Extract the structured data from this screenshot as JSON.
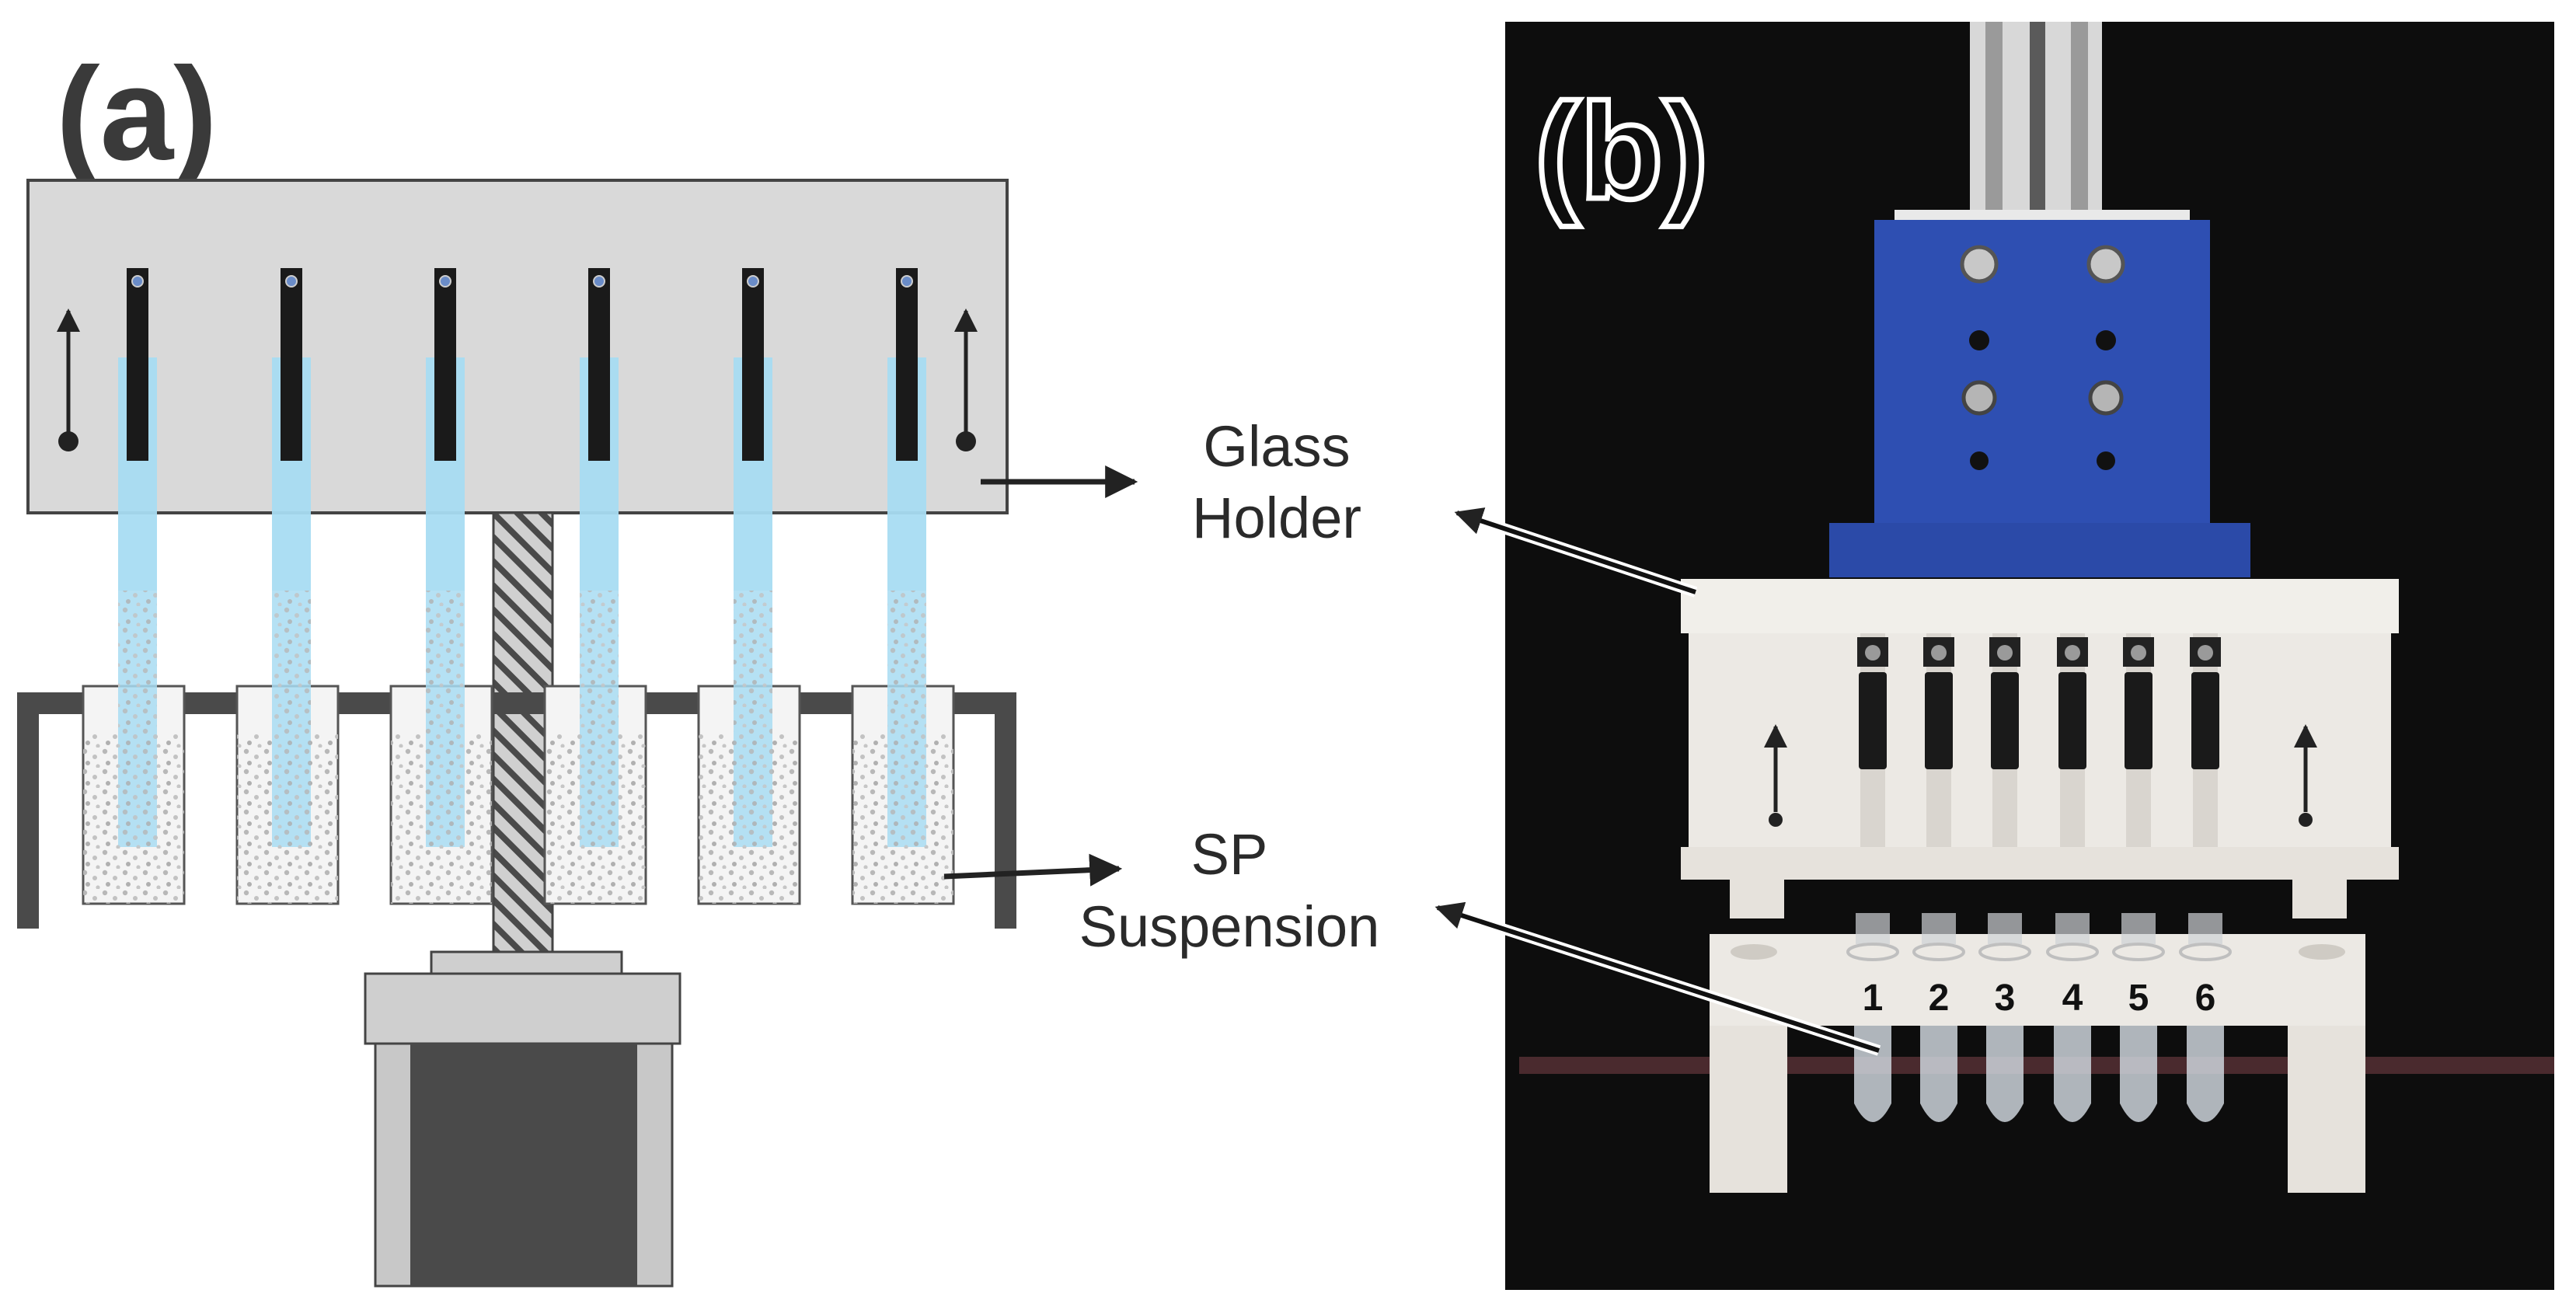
{
  "panel_a": {
    "label": "(a)"
  },
  "panel_b": {
    "label": "(b)"
  },
  "callouts": {
    "glass_holder_line1": "Glass",
    "glass_holder_line2": "Holder",
    "sp_suspension_line1": "SP",
    "sp_suspension_line2": "Suspension"
  },
  "tube_numbers": [
    "1",
    "2",
    "3",
    "4",
    "5",
    "6"
  ],
  "colors": {
    "holder_grey": "#d9d9d9",
    "liquid_blue": "#a8dcf2",
    "photo_background": "#0d0d0d",
    "blue_bracket": "#2e4fb2",
    "white_plastic": "#ece9e4"
  }
}
